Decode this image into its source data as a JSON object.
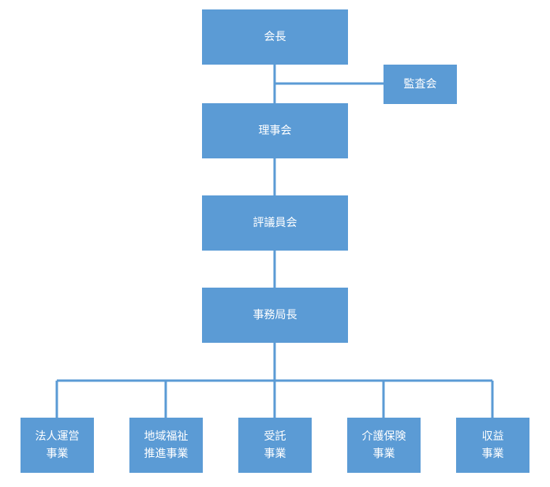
{
  "org_chart": {
    "chairman": "会長",
    "auditors": "監査会",
    "board_of_directors": "理事会",
    "councilors": "評議員会",
    "secretary_general": "事務局長",
    "divisions": [
      {
        "label": "法人運営\n事業"
      },
      {
        "label": "地域福祉\n推進事業"
      },
      {
        "label": "受託\n事業"
      },
      {
        "label": "介護保険\n事業"
      },
      {
        "label": "収益\n事業"
      }
    ]
  },
  "colors": {
    "box_fill": "#5b9bd5",
    "line": "#5b9bd5",
    "text": "#ffffff"
  }
}
